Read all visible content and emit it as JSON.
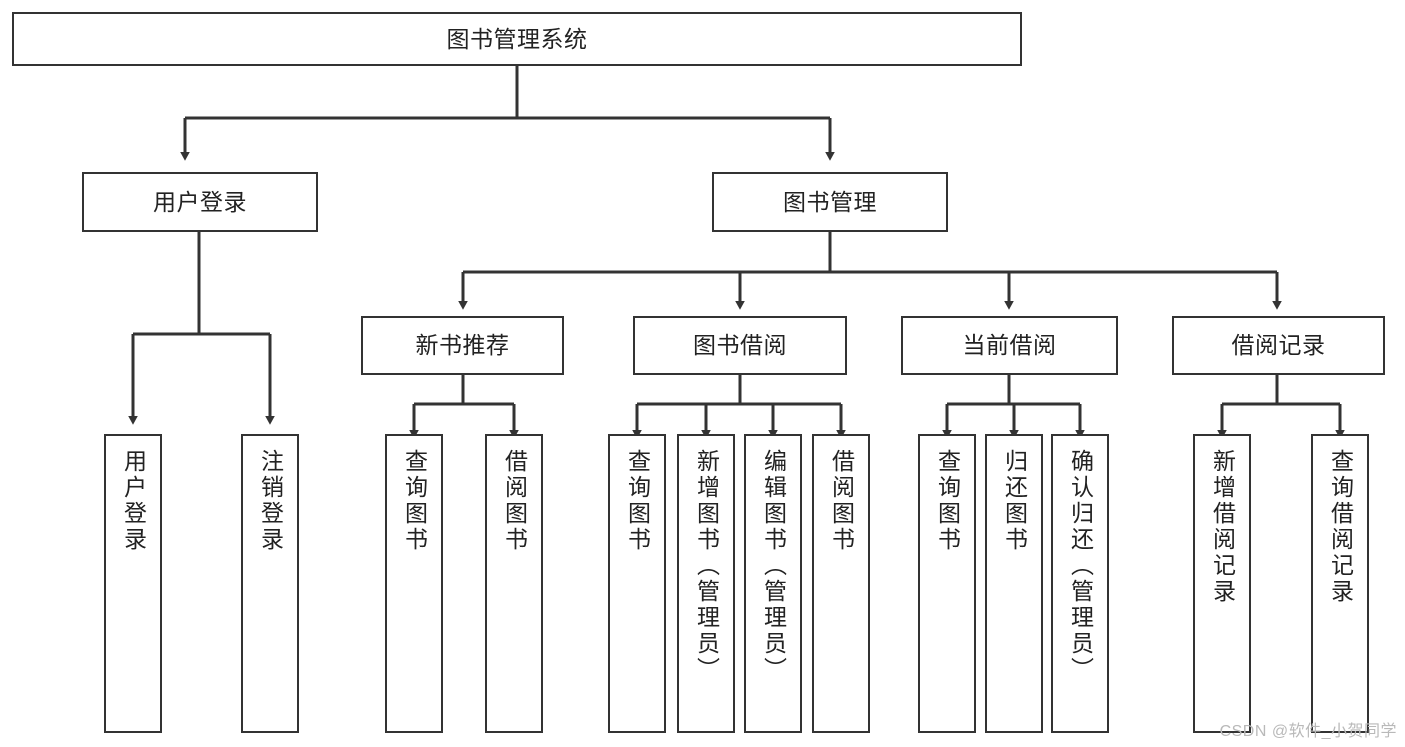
{
  "diagram": {
    "title": "图书管理系统",
    "type": "tree-hierarchy",
    "orientation": "top-down",
    "colors": {
      "node_border": "#333333",
      "node_fill": "#ffffff",
      "edge": "#333333",
      "text": "#222222",
      "watermark": "#b9b9b9"
    }
  },
  "nodes": {
    "root": {
      "label": "图书管理系统",
      "level": 0
    },
    "level1": [
      {
        "id": "user-login",
        "label": "用户登录"
      },
      {
        "id": "book-management",
        "label": "图书管理"
      }
    ],
    "level2": [
      {
        "id": "new-book-recommend",
        "label": "新书推荐"
      },
      {
        "id": "book-borrow",
        "label": "图书借阅"
      },
      {
        "id": "current-borrow",
        "label": "当前借阅"
      },
      {
        "id": "borrow-record",
        "label": "借阅记录"
      }
    ],
    "leaves": {
      "user-login": [
        {
          "id": "leaf-user-login",
          "label": "用户登录"
        },
        {
          "id": "leaf-logout-login",
          "label": "注销登录"
        }
      ],
      "new-book-recommend": [
        {
          "id": "leaf-query-book-1",
          "label": "查询图书"
        },
        {
          "id": "leaf-borrow-book-1",
          "label": "借阅图书"
        }
      ],
      "book-borrow": [
        {
          "id": "leaf-query-book-2",
          "label": "查询图书"
        },
        {
          "id": "leaf-add-book",
          "label": "新增图书（管理员）"
        },
        {
          "id": "leaf-edit-book",
          "label": "编辑图书（管理员）"
        },
        {
          "id": "leaf-borrow-book-2",
          "label": "借阅图书"
        }
      ],
      "current-borrow": [
        {
          "id": "leaf-query-book-3",
          "label": "查询图书"
        },
        {
          "id": "leaf-return-book",
          "label": "归还图书"
        },
        {
          "id": "leaf-confirm-return",
          "label": "确认归还（管理员）"
        }
      ],
      "borrow-record": [
        {
          "id": "leaf-add-record",
          "label": "新增借阅记录"
        },
        {
          "id": "leaf-query-record",
          "label": "查询借阅记录"
        }
      ]
    }
  },
  "watermark": {
    "text": "CSDN @软件_小贺同学"
  }
}
